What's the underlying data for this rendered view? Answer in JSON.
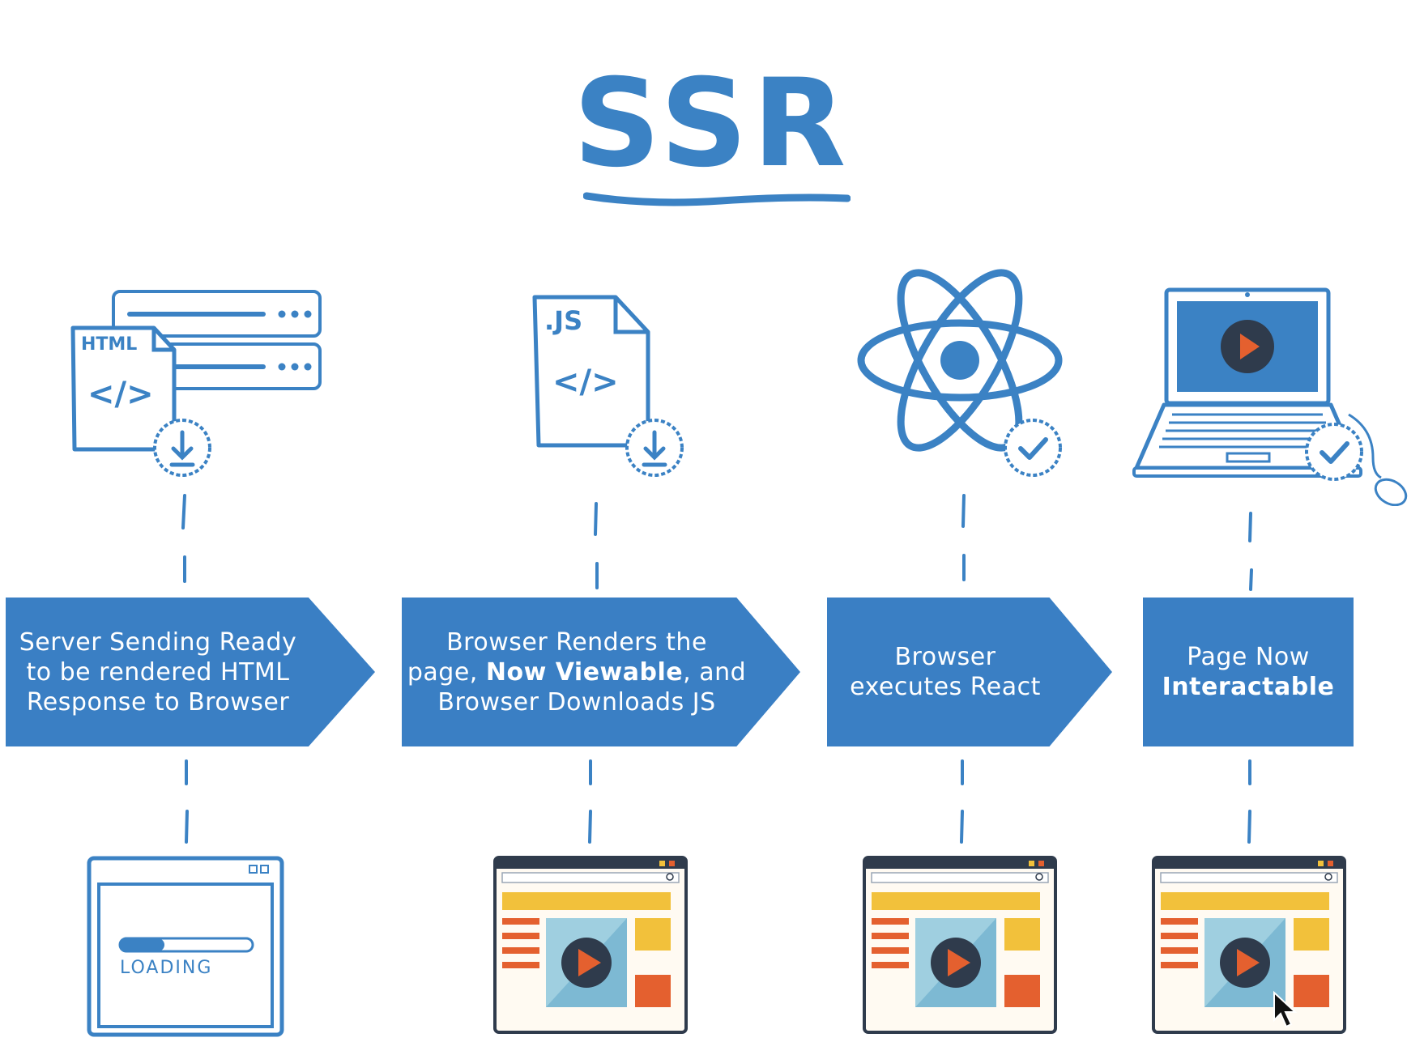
{
  "title": "SSR",
  "icons": {
    "html_file_label": "HTML",
    "js_file_label": ".JS",
    "code_glyph": "</>",
    "loading_label": "LOADING"
  },
  "steps": [
    {
      "line1": "Server Sending Ready",
      "line2": "to be rendered HTML",
      "line3": "Response to Browser"
    },
    {
      "line1": "Browser Renders the",
      "line2_pre": "page, ",
      "line2_bold": "Now Viewable",
      "line2_post": ", and",
      "line3": "Browser Downloads JS"
    },
    {
      "line1": "Browser",
      "line2": "executes React"
    },
    {
      "line1": "Page Now",
      "line2_bold": "Interactable"
    }
  ],
  "colors": {
    "primary": "#3a7fc4",
    "yellow": "#f2c13b",
    "orange": "#e4602f",
    "light_blue": "#9fcfe0",
    "dark": "#2f3b4c"
  }
}
